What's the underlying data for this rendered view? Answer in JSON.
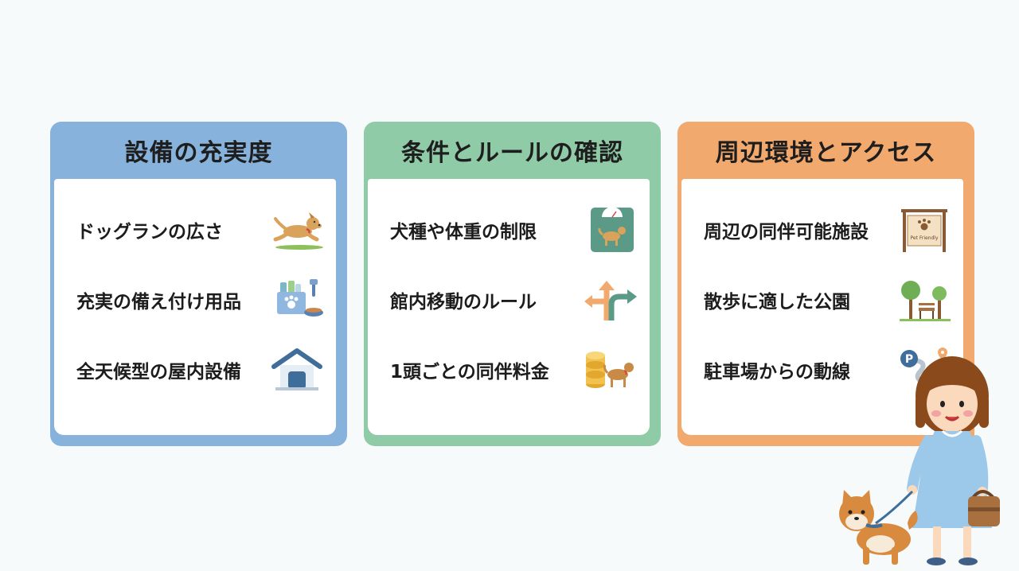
{
  "cards": [
    {
      "title": "設備の充実度",
      "color": "#86b2db",
      "items": [
        {
          "label": "ドッグランの広さ",
          "icon": "running-dog-icon"
        },
        {
          "label": "充実の備え付け用品",
          "icon": "pet-supplies-icon"
        },
        {
          "label": "全天候型の屋内設備",
          "icon": "dog-house-icon"
        }
      ]
    },
    {
      "title": "条件とルールの確認",
      "color": "#8fcba6",
      "items": [
        {
          "label": "犬種や体重の制限",
          "icon": "dog-scale-icon"
        },
        {
          "label": "館内移動のルール",
          "icon": "direction-arrows-icon"
        },
        {
          "label": "1頭ごとの同伴料金",
          "icon": "coins-dog-icon"
        }
      ]
    },
    {
      "title": "周辺環境とアクセス",
      "color": "#f2a96d",
      "items": [
        {
          "label": "周辺の同伴可能施設",
          "icon": "pet-friendly-sign-icon",
          "sign_text": "Pet Friendly"
        },
        {
          "label": "散歩に適した公園",
          "icon": "park-bench-icon"
        },
        {
          "label": "駐車場からの動線",
          "icon": "parking-route-icon",
          "sign_text": "P"
        }
      ]
    }
  ]
}
